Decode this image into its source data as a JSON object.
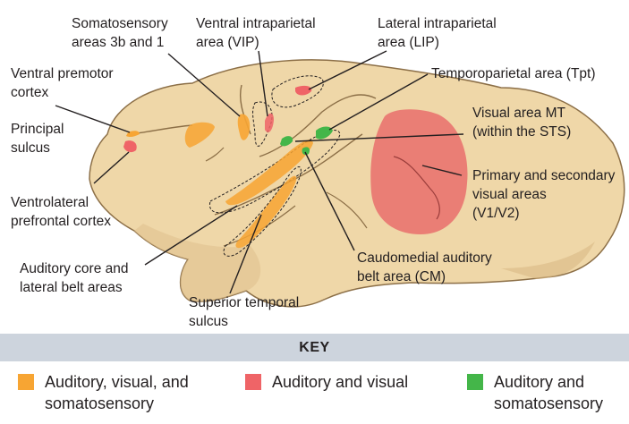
{
  "labels": {
    "somatosensory": "Somatosensory\nareas 3b and 1",
    "vip": "Ventral intraparietal\narea (VIP)",
    "lip": "Lateral intraparietal\narea (LIP)",
    "premotor": "Ventral premotor\ncortex",
    "tpt": "Temporoparietal area (Tpt)",
    "principal": "Principal\nsulcus",
    "mt": "Visual area MT\n(within the STS)",
    "v1v2": "Primary and secondary\nvisual areas\n(V1/V2)",
    "vlpfc": "Ventrolateral\nprefrontal cortex",
    "cm": "Caudomedial auditory\nbelt area (CM)",
    "auditory_core": "Auditory core and\nlateral belt areas",
    "sts": "Superior temporal\nsulcus"
  },
  "key": {
    "title": "KEY",
    "items": [
      {
        "color": "#f7a533",
        "label": "Auditory, visual, and\nsomatosensory"
      },
      {
        "color": "#ef6467",
        "label": "Auditory and visual"
      },
      {
        "color": "#44b649",
        "label": "Auditory and\nsomatosensory"
      }
    ]
  }
}
